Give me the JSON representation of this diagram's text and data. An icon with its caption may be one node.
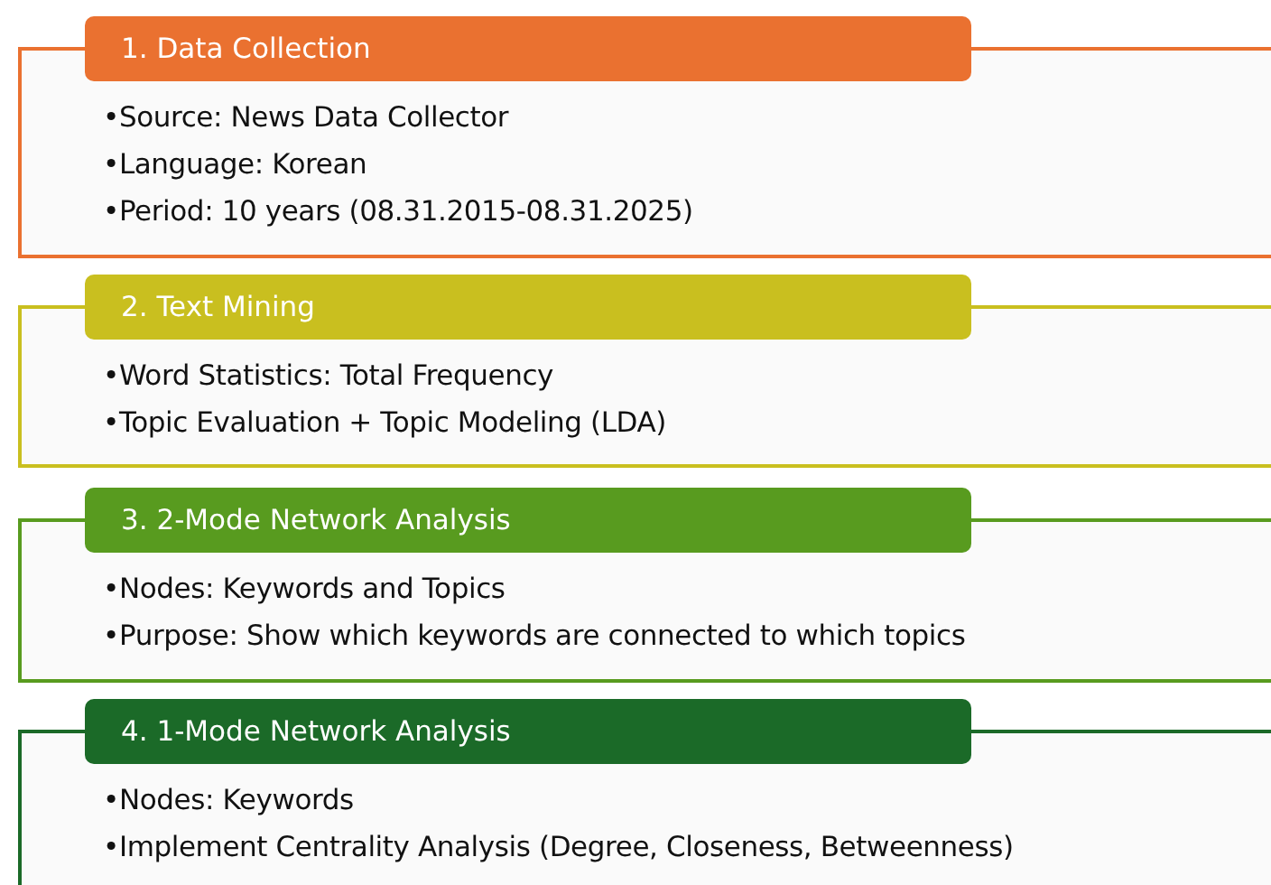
{
  "diagram": {
    "nodes": [
      {
        "text": [
          "1. Data Collection",
          "•Source: News Data Collector",
          "•Language: Korean",
          "•Period: 10 years (08.31.2015-08.31.2025)"
        ]
      },
      {
        "text": [
          "2. Text Mining",
          "•Word Statistics:  Total Frequency",
          "•Topic Evaluation + Topic Modeling (LDA)"
        ]
      },
      {
        "text": [
          "3. 2-Mode Network Analysis",
          "•Nodes: Keywords and Topics",
          "•Purpose: Show which keywords are connected to which topics"
        ]
      },
      {
        "text": [
          "4. 1-Mode Network Analysis",
          "•Nodes: Keywords",
          "•Implement Centrality Analysis (Degree, Closeness, Betweenness)"
        ]
      }
    ]
  }
}
